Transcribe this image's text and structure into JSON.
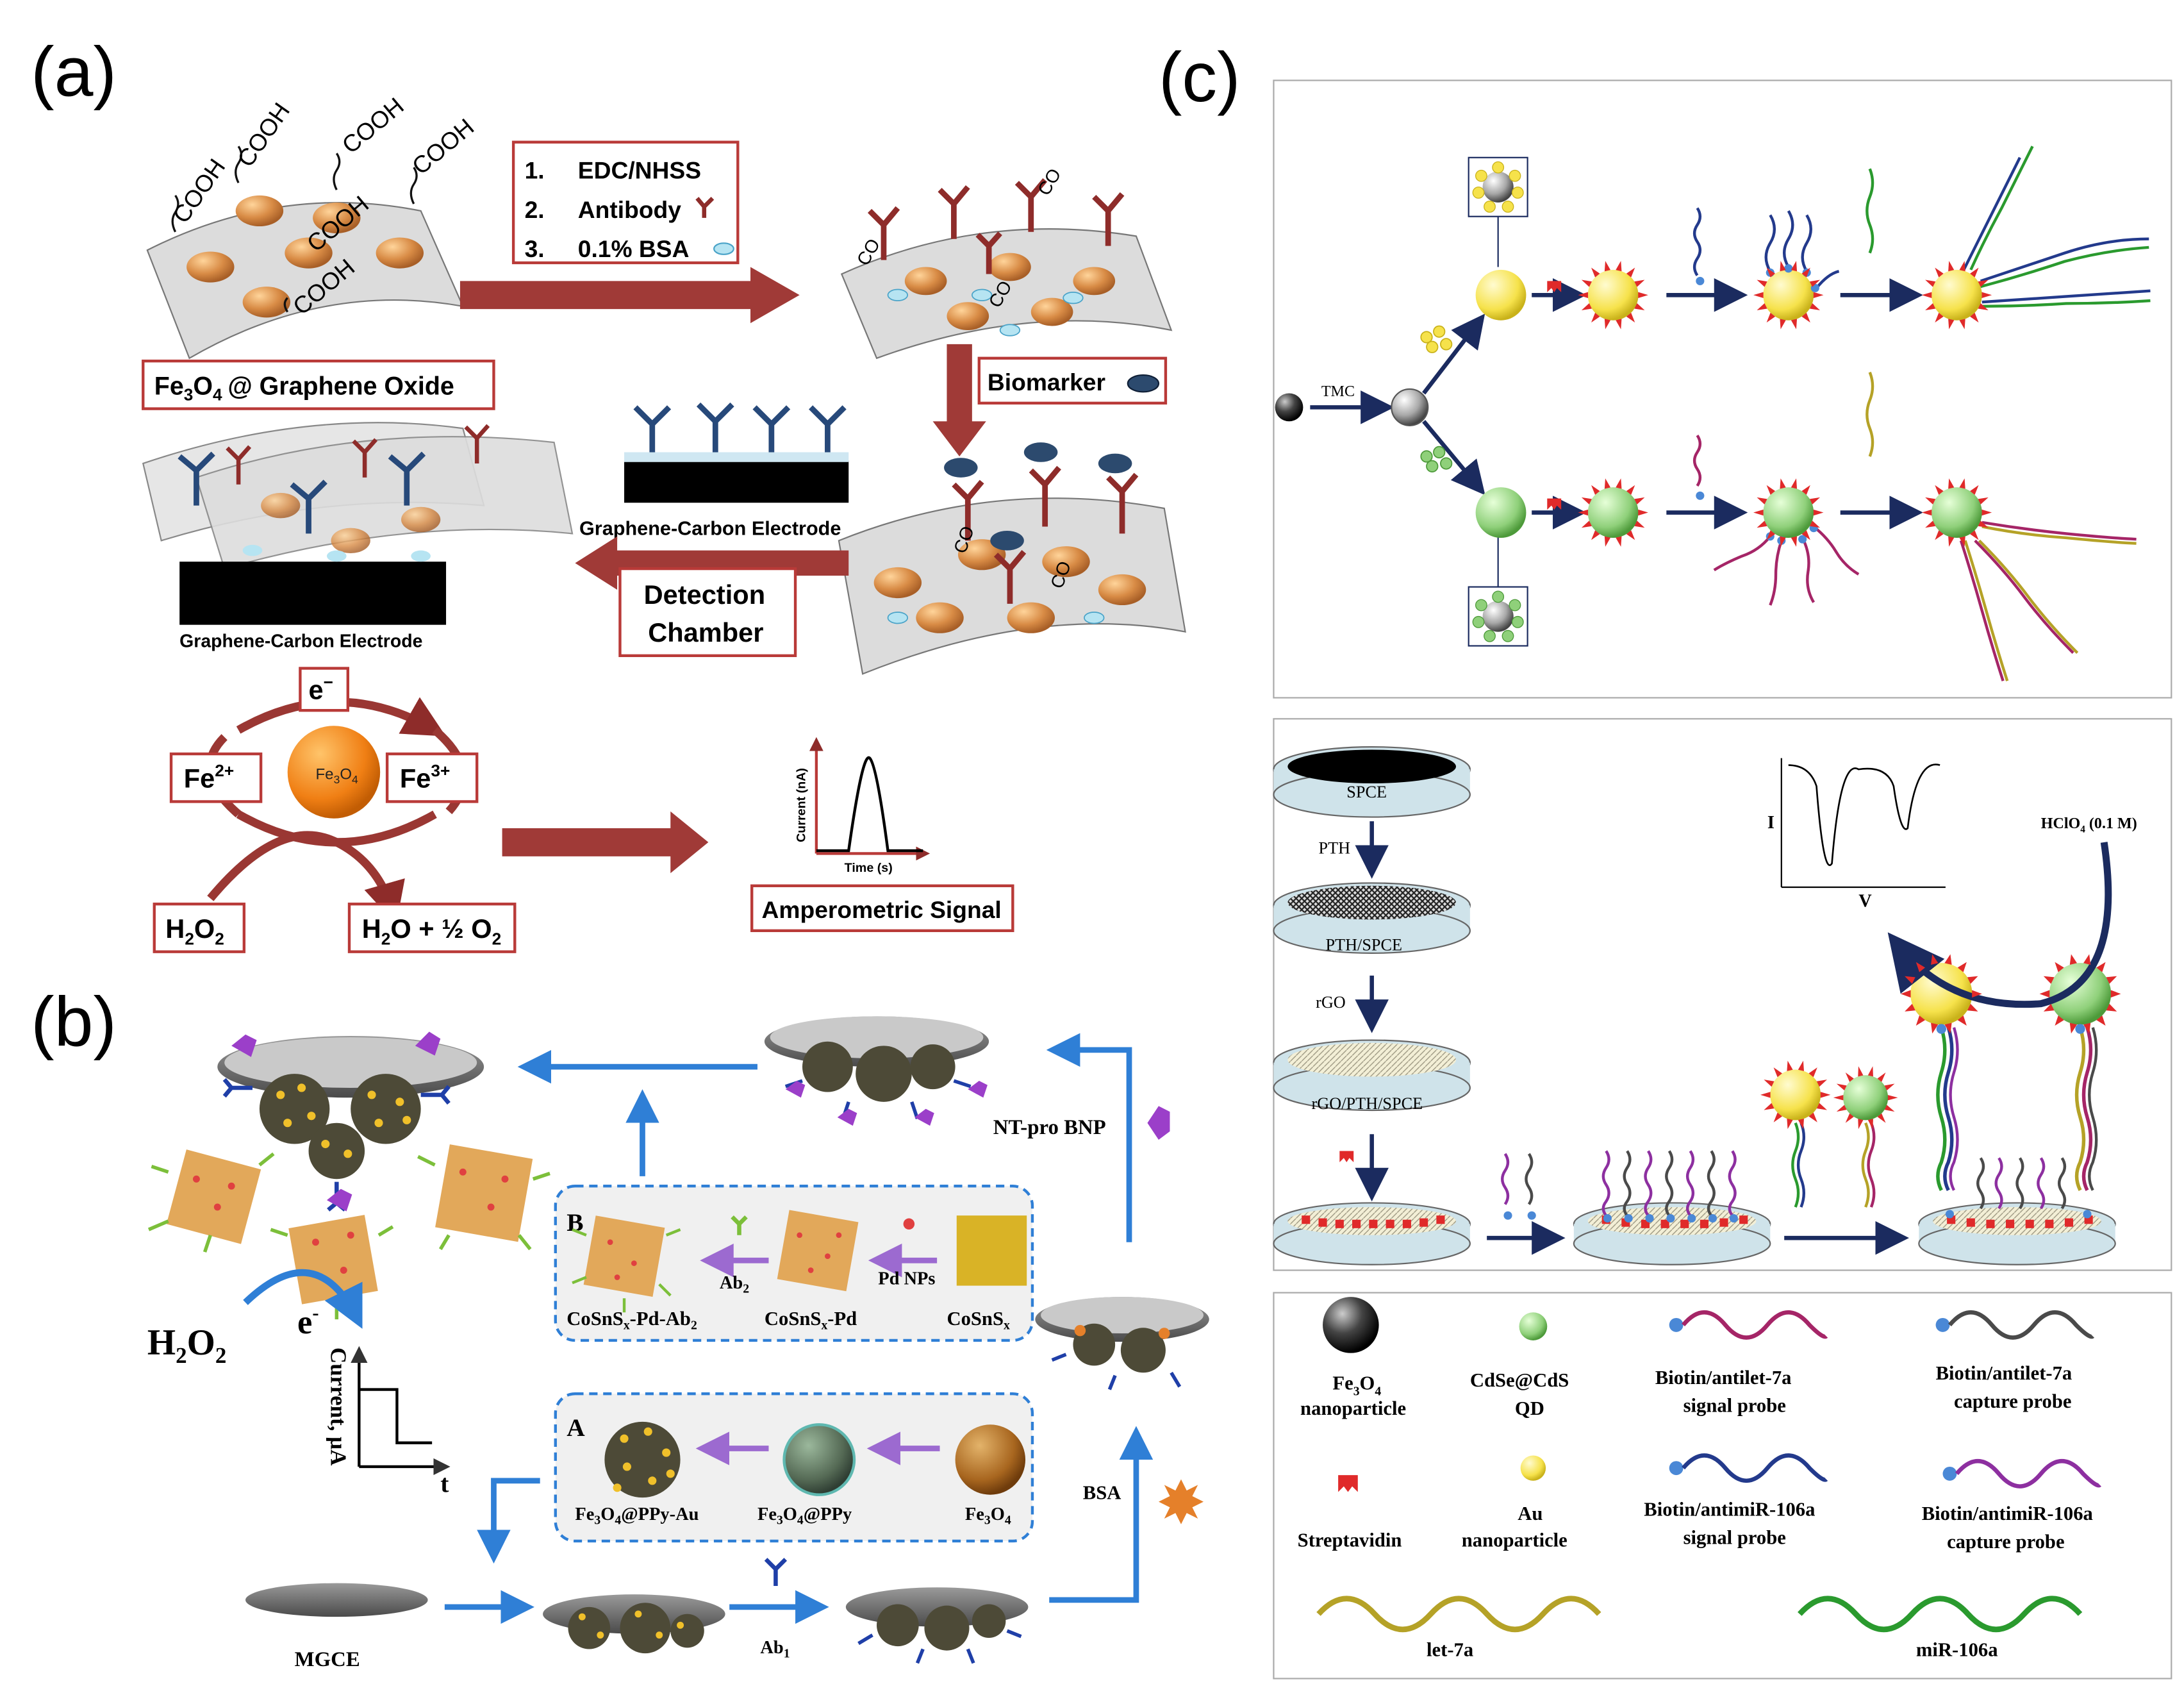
{
  "panel_labels": {
    "a": "(a)",
    "b": "(b)",
    "c": "(c)"
  },
  "panel_a": {
    "cooh": "COOH",
    "co": "CO",
    "steps": [
      "1.",
      "EDC/NHSS",
      "2.",
      "Antibody",
      "3.",
      "0.1% BSA"
    ],
    "fe3o4_go_prefix": "Fe",
    "fe3o4_go_suffix": "@ Graphene Oxide",
    "biomarker": "Biomarker",
    "electrode_label": "Graphene-Carbon  Electrode",
    "electrode_label_bottom": "Graphene-Carbon Electrode",
    "detection_chamber_1": "Detection",
    "detection_chamber_2": "Chamber",
    "electron": "e",
    "fe2": "Fe",
    "fe3": "Fe",
    "fe3o4_core": "Fe",
    "h2o2": "H",
    "h2o_half_o2": "H",
    "current_axis": "Current (nA)",
    "time_axis": "Time (s)",
    "amperometric_signal": "Amperometric Signal"
  },
  "panel_b": {
    "nt_pro_bnp": "NT-pro BNP",
    "box_b_letter": "B",
    "box_a_letter": "A",
    "ab2": "Ab",
    "pd_nps": "Pd NPs",
    "cosnsx_pd_ab2": "CoSnS",
    "cosnsx_pd": "CoSnS",
    "cosnsx": "CoSnS",
    "fe3o4_ppy_au": "Fe",
    "fe3o4_ppy": "Fe",
    "fe3o4": "Fe",
    "h2o2": "H",
    "electron": "e",
    "current_axis": "Current, μA",
    "t_axis": "t",
    "bsa": "BSA",
    "mgce": "MGCE",
    "ab1": "Ab"
  },
  "panel_c": {
    "tmc": "TMC",
    "spce": "SPCE",
    "pth": "PTH",
    "pth_spce": "PTH/SPCE",
    "rgo": "rGO",
    "rgo_pth_spce": "rGO/PTH/SPCE",
    "i_axis": "I",
    "v_axis": "V",
    "hclo4": "HClO",
    "legend": {
      "fe3o4_1": "Fe",
      "fe3o4_2": "nanoparticle",
      "qd_1": "CdSe@CdS",
      "qd_2": "QD",
      "let7a_signal_1": "Biotin/antilet-7a",
      "let7a_signal_2": "signal probe",
      "let7a_capture_1": "Biotin/antilet-7a",
      "let7a_capture_2": "capture probe",
      "streptavidin": "Streptavidin",
      "au_1": "Au",
      "au_2": "nanoparticle",
      "mir_signal_1": "Biotin/antimiR-106a",
      "mir_signal_2": "signal probe",
      "mir_capture_1": "Biotin/antimiR-106a",
      "mir_capture_2": "capture probe",
      "let7a": "let-7a",
      "mir106a": "miR-106a"
    }
  },
  "colors": {
    "dark_red": "#8e2c2a",
    "box_red": "#b93a38",
    "arrow_red": "#9a2f2c",
    "blue_arrow": "#2f7fd6",
    "navy": "#1b2b5f",
    "purple": "#9c6ad0",
    "au_yellow": "#f6e24b",
    "qd_green": "#8fd07a",
    "streptavidin_red": "#e02a2a",
    "let7a_olive": "#b5a227",
    "mir_green": "#2a9a2e",
    "probe_magenta": "#a52567",
    "probe_navy": "#233a8c",
    "probe_purple": "#8d2fa0",
    "probe_gray": "#4a4a4a",
    "biotin_blue": "#4a88d6"
  }
}
